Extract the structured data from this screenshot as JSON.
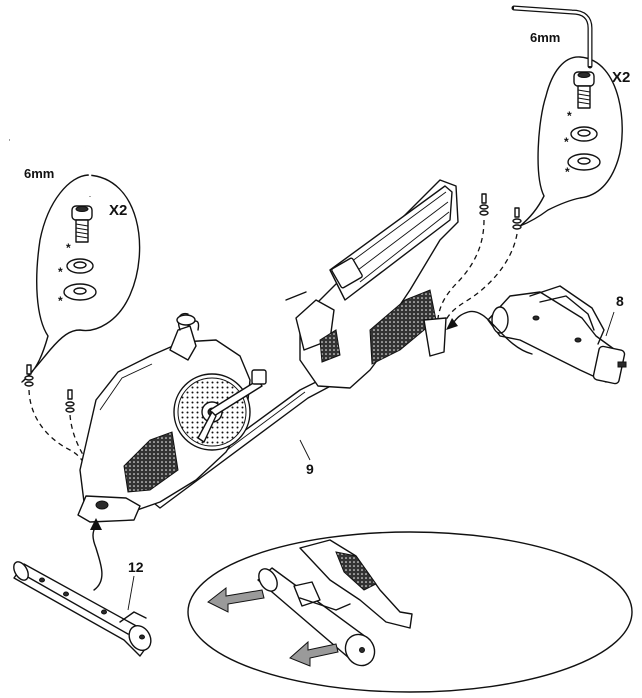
{
  "callouts": {
    "left": {
      "tool_size": "6mm",
      "quantity": "X2",
      "marker": "*"
    },
    "right": {
      "tool_size": "6mm",
      "quantity": "X2",
      "marker": "*"
    }
  },
  "part_labels": {
    "rear_stabilizer": "8",
    "main_frame": "9",
    "front_stabilizer": "12"
  },
  "icons": [
    "hex-key-icon",
    "bolt-icon",
    "washer-icon",
    "arrow-icon"
  ]
}
